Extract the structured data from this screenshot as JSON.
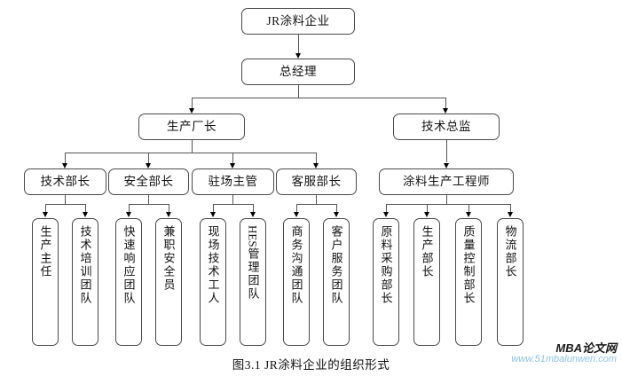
{
  "diagram": {
    "caption": "图3.1  JR涂料企业的组织形式",
    "type": "org-chart",
    "levels": [
      {
        "level": 1,
        "nodes": [
          "JR涂料企业"
        ]
      },
      {
        "level": 2,
        "nodes": [
          "总经理"
        ]
      },
      {
        "level": 3,
        "nodes": [
          "生产厂长",
          "技术总监"
        ]
      },
      {
        "level": 4,
        "nodes": [
          "技术部长",
          "安全部长",
          "驻场主管",
          "客服部长",
          "涂料生产工程师"
        ]
      },
      {
        "level": 5,
        "nodes": [
          "生产主任",
          "技术培训团队",
          "快速响应团队",
          "兼职安全员",
          "现场技术工人",
          "HES管理团队",
          "商务沟通团队",
          "客户服务团队",
          "原料采购部长",
          "生产部长",
          "质量控制部长",
          "物流部长"
        ]
      }
    ],
    "nodes": {
      "root": "JR涂料企业",
      "gm": "总经理",
      "prod_director": "生产厂长",
      "tech_director": "技术总监",
      "tech_mgr": "技术部长",
      "safety_mgr": "安全部长",
      "site_supervisor": "驻场主管",
      "service_mgr": "客服部长",
      "coating_engineer": "涂料生产工程师",
      "leaf1": "生产主任",
      "leaf2": "技术培训团队",
      "leaf3": "快速响应团队",
      "leaf4": "兼职安全员",
      "leaf5": "现场技术工人",
      "leaf6_latin": "HES",
      "leaf6_cjk": "管理团队",
      "leaf7": "商务沟通团队",
      "leaf8": "客户服务团队",
      "leaf9": "原料采购部长",
      "leaf10": "生产部长",
      "leaf11": "质量控制部长",
      "leaf12": "物流部长"
    },
    "edges": [
      {
        "from": "JR涂料企业",
        "to": "总经理"
      },
      {
        "from": "总经理",
        "to": "生产厂长"
      },
      {
        "from": "总经理",
        "to": "技术总监"
      },
      {
        "from": "生产厂长",
        "to": "技术部长"
      },
      {
        "from": "生产厂长",
        "to": "安全部长"
      },
      {
        "from": "生产厂长",
        "to": "驻场主管"
      },
      {
        "from": "生产厂长",
        "to": "客服部长"
      },
      {
        "from": "技术总监",
        "to": "涂料生产工程师"
      },
      {
        "from": "技术部长",
        "to": "生产主任"
      },
      {
        "from": "技术部长",
        "to": "技术培训团队"
      },
      {
        "from": "安全部长",
        "to": "快速响应团队"
      },
      {
        "from": "安全部长",
        "to": "兼职安全员"
      },
      {
        "from": "驻场主管",
        "to": "现场技术工人"
      },
      {
        "from": "驻场主管",
        "to": "HES管理团队"
      },
      {
        "from": "客服部长",
        "to": "商务沟通团队"
      },
      {
        "from": "客服部长",
        "to": "客户服务团队"
      },
      {
        "from": "涂料生产工程师",
        "to": "原料采购部长"
      },
      {
        "from": "涂料生产工程师",
        "to": "生产部长"
      },
      {
        "from": "涂料生产工程师",
        "to": "质量控制部长"
      },
      {
        "from": "涂料生产工程师",
        "to": "物流部长"
      }
    ]
  },
  "watermark": {
    "title": "MBA论文网",
    "url": "www.51mbalunwen.com",
    "title_color": "#1a1a1a",
    "url_color": "#8fc4e8"
  },
  "colors": {
    "box_border": "#4a4a4a",
    "connector": "#555555",
    "arrow": "#000000",
    "background": "#ffffff",
    "text": "#111111"
  }
}
